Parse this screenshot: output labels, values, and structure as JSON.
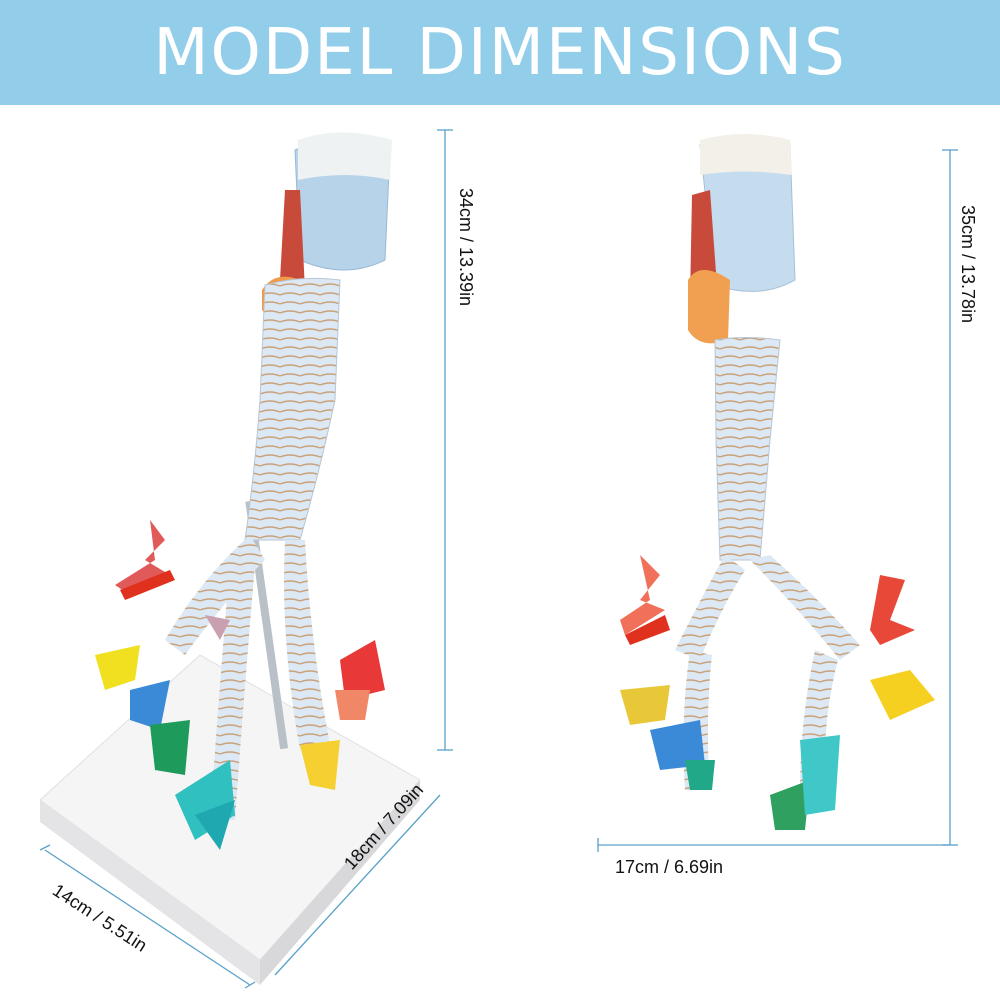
{
  "banner": {
    "title": "MODEL DIMENSIONS"
  },
  "left_model": {
    "height_label": "34cm / 13.39in",
    "depth_label": "18cm / 7.09in",
    "width_label": "14cm / 5.51in"
  },
  "right_model": {
    "height_label": "35cm / 13.78in",
    "width_label": "17cm / 6.69in"
  },
  "colors": {
    "banner": "#92ceea",
    "dimension_line": "#5aa0c8",
    "trachea": "#d8e6f2",
    "ring": "#c9a27a"
  }
}
